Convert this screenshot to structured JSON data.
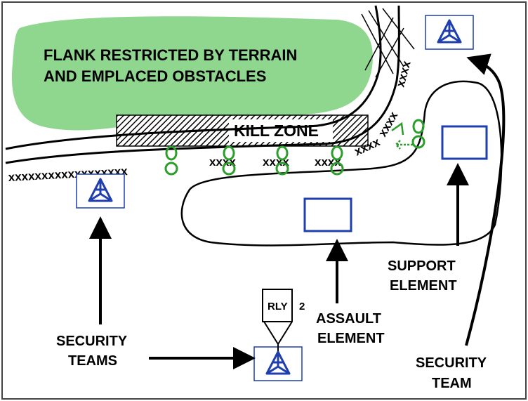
{
  "colors": {
    "terrain_fill": "#8fd68f",
    "symbol_blue": "#1f3fae",
    "claymore_green": "#2a9d2a",
    "ink": "#000000",
    "kill_zone_hatch": "#000000"
  },
  "icons": {
    "security_team": "triangle-in-box-icon",
    "element": "rectangle-unit-icon",
    "claymore": "claymore-mine-icon",
    "obstacle": "wire-obstacle-x-icon"
  },
  "labels": {
    "terrain": [
      "FLANK RESTRICTED BY TERRAIN",
      "AND EMPLACED OBSTACLES"
    ],
    "kill_zone": "KILL ZONE",
    "rally_point": "RLY",
    "rally_number": "2",
    "security_teams": [
      "SECURITY",
      "TEAMS"
    ],
    "assault_element": [
      "ASSAULT",
      "ELEMENT"
    ],
    "support_element": [
      "SUPPORT",
      "ELEMENT"
    ],
    "security_team": [
      "SECURITY",
      "TEAM"
    ]
  },
  "obstacle_marks": {
    "left_wire": "xxxxxxxxxxxxxxxxxx",
    "segment": "xxxx"
  }
}
